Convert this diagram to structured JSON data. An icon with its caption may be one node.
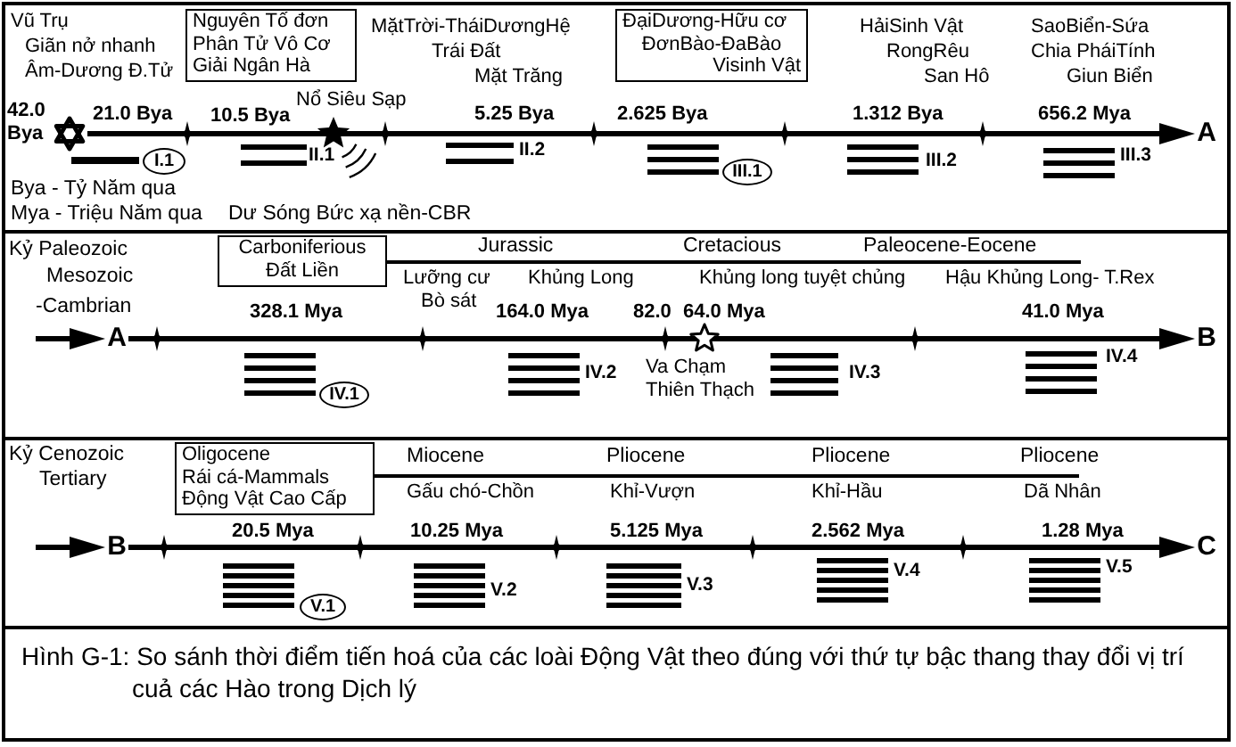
{
  "diagram": {
    "caption": "Hình G-1: So sánh thời điểm tiến hoá của các loài Động Vật theo đúng với thứ tự bậc thang thay đổi vị trí cuả các Hào trong Dịch lý",
    "nodes": [
      {
        "text": [
          "Nguyên Tố đơn",
          "Phân Tử Vô Cơ",
          "Giải Ngân Hà"
        ]
      },
      {
        "text": [
          "ĐạiDương-Hữu cơ",
          "ĐơnBào-ĐaBào",
          "Visinh Vật"
        ]
      },
      {
        "text": [],
        "shape": "star"
      },
      {
        "text": [
          "A"
        ]
      },
      {
        "text": [
          "I.1"
        ]
      },
      {
        "text": [
          "III.1"
        ]
      },
      {
        "text": [
          "Carboniferious",
          "Đất Liền"
        ]
      },
      {
        "text": [
          "A"
        ]
      },
      {
        "text": [
          "B"
        ]
      },
      {
        "text": [
          "IV.1"
        ]
      },
      {
        "text": [
          "Oligocene",
          "Rái cá-Mammals",
          "Động Vật Cao Cấp"
        ]
      },
      {
        "text": [
          "B"
        ]
      },
      {
        "text": [
          "C"
        ]
      },
      {
        "text": [
          "V.1"
        ]
      }
    ],
    "edges": [
      {
        "from": 2,
        "to": 3,
        "arrow": "to"
      },
      {
        "from": null,
        "to": 7,
        "arrow": "to"
      },
      {
        "from": 7,
        "to": 8,
        "arrow": "to"
      },
      {
        "from": null,
        "to": 11,
        "arrow": "to"
      },
      {
        "from": 11,
        "to": 12,
        "arrow": "to"
      }
    ],
    "labels": [
      "Vũ Trụ",
      "Giãn nở nhanh",
      "Âm-Dương Đ.Tử",
      "MặtTrời-TháiDươngHệ",
      "Trái Đất",
      "Mặt Trăng",
      "HảiSinh Vật",
      "RongRêu",
      "San Hô",
      "SaoBiển-Sứa",
      "Chia PháiTính",
      "Giun Biển",
      "42.0 Bya",
      "21.0 Bya",
      "10.5 Bya",
      "Nổ Siêu Sạp",
      "5.25 Bya",
      "2.625 Bya",
      "1.312 Bya",
      "656.2 Mya",
      "II.1",
      "II.2",
      "III.2",
      "III.3",
      "Bya - Tỷ Năm qua",
      "Mya - Triệu Năm qua",
      "Dư Sóng Bức xạ nền-CBR",
      "Kỷ Paleozoic",
      "Mesozoic",
      "-Cambrian",
      "Jurassic",
      "Cretacious",
      "Paleocene-Eocene",
      "Lưỡng cư",
      "Bò sát",
      "Khủng Long",
      "Khủng long tuyệt chủng",
      "Hậu Khủng Long- T.Rex",
      "328.1 Mya",
      "164.0 Mya",
      "82.0",
      "64.0 Mya",
      "41.0 Mya",
      "Va Chạm Thiên Thạch",
      "IV.2",
      "IV.3",
      "IV.4",
      "Kỷ Cenozoic",
      "Tertiary",
      "Miocene",
      "Gấu chó-Chồn",
      "Pliocene",
      "Khỉ-Vượn",
      "Pliocene",
      "Khỉ-Hầu",
      "Pliocene",
      "Dã Nhân",
      "20.5 Mya",
      "10.25 Mya",
      "5.125 Mya",
      "2.562 Mya",
      "1.28 Mya",
      "V.2",
      "V.3",
      "V.4",
      "V.5"
    ]
  }
}
